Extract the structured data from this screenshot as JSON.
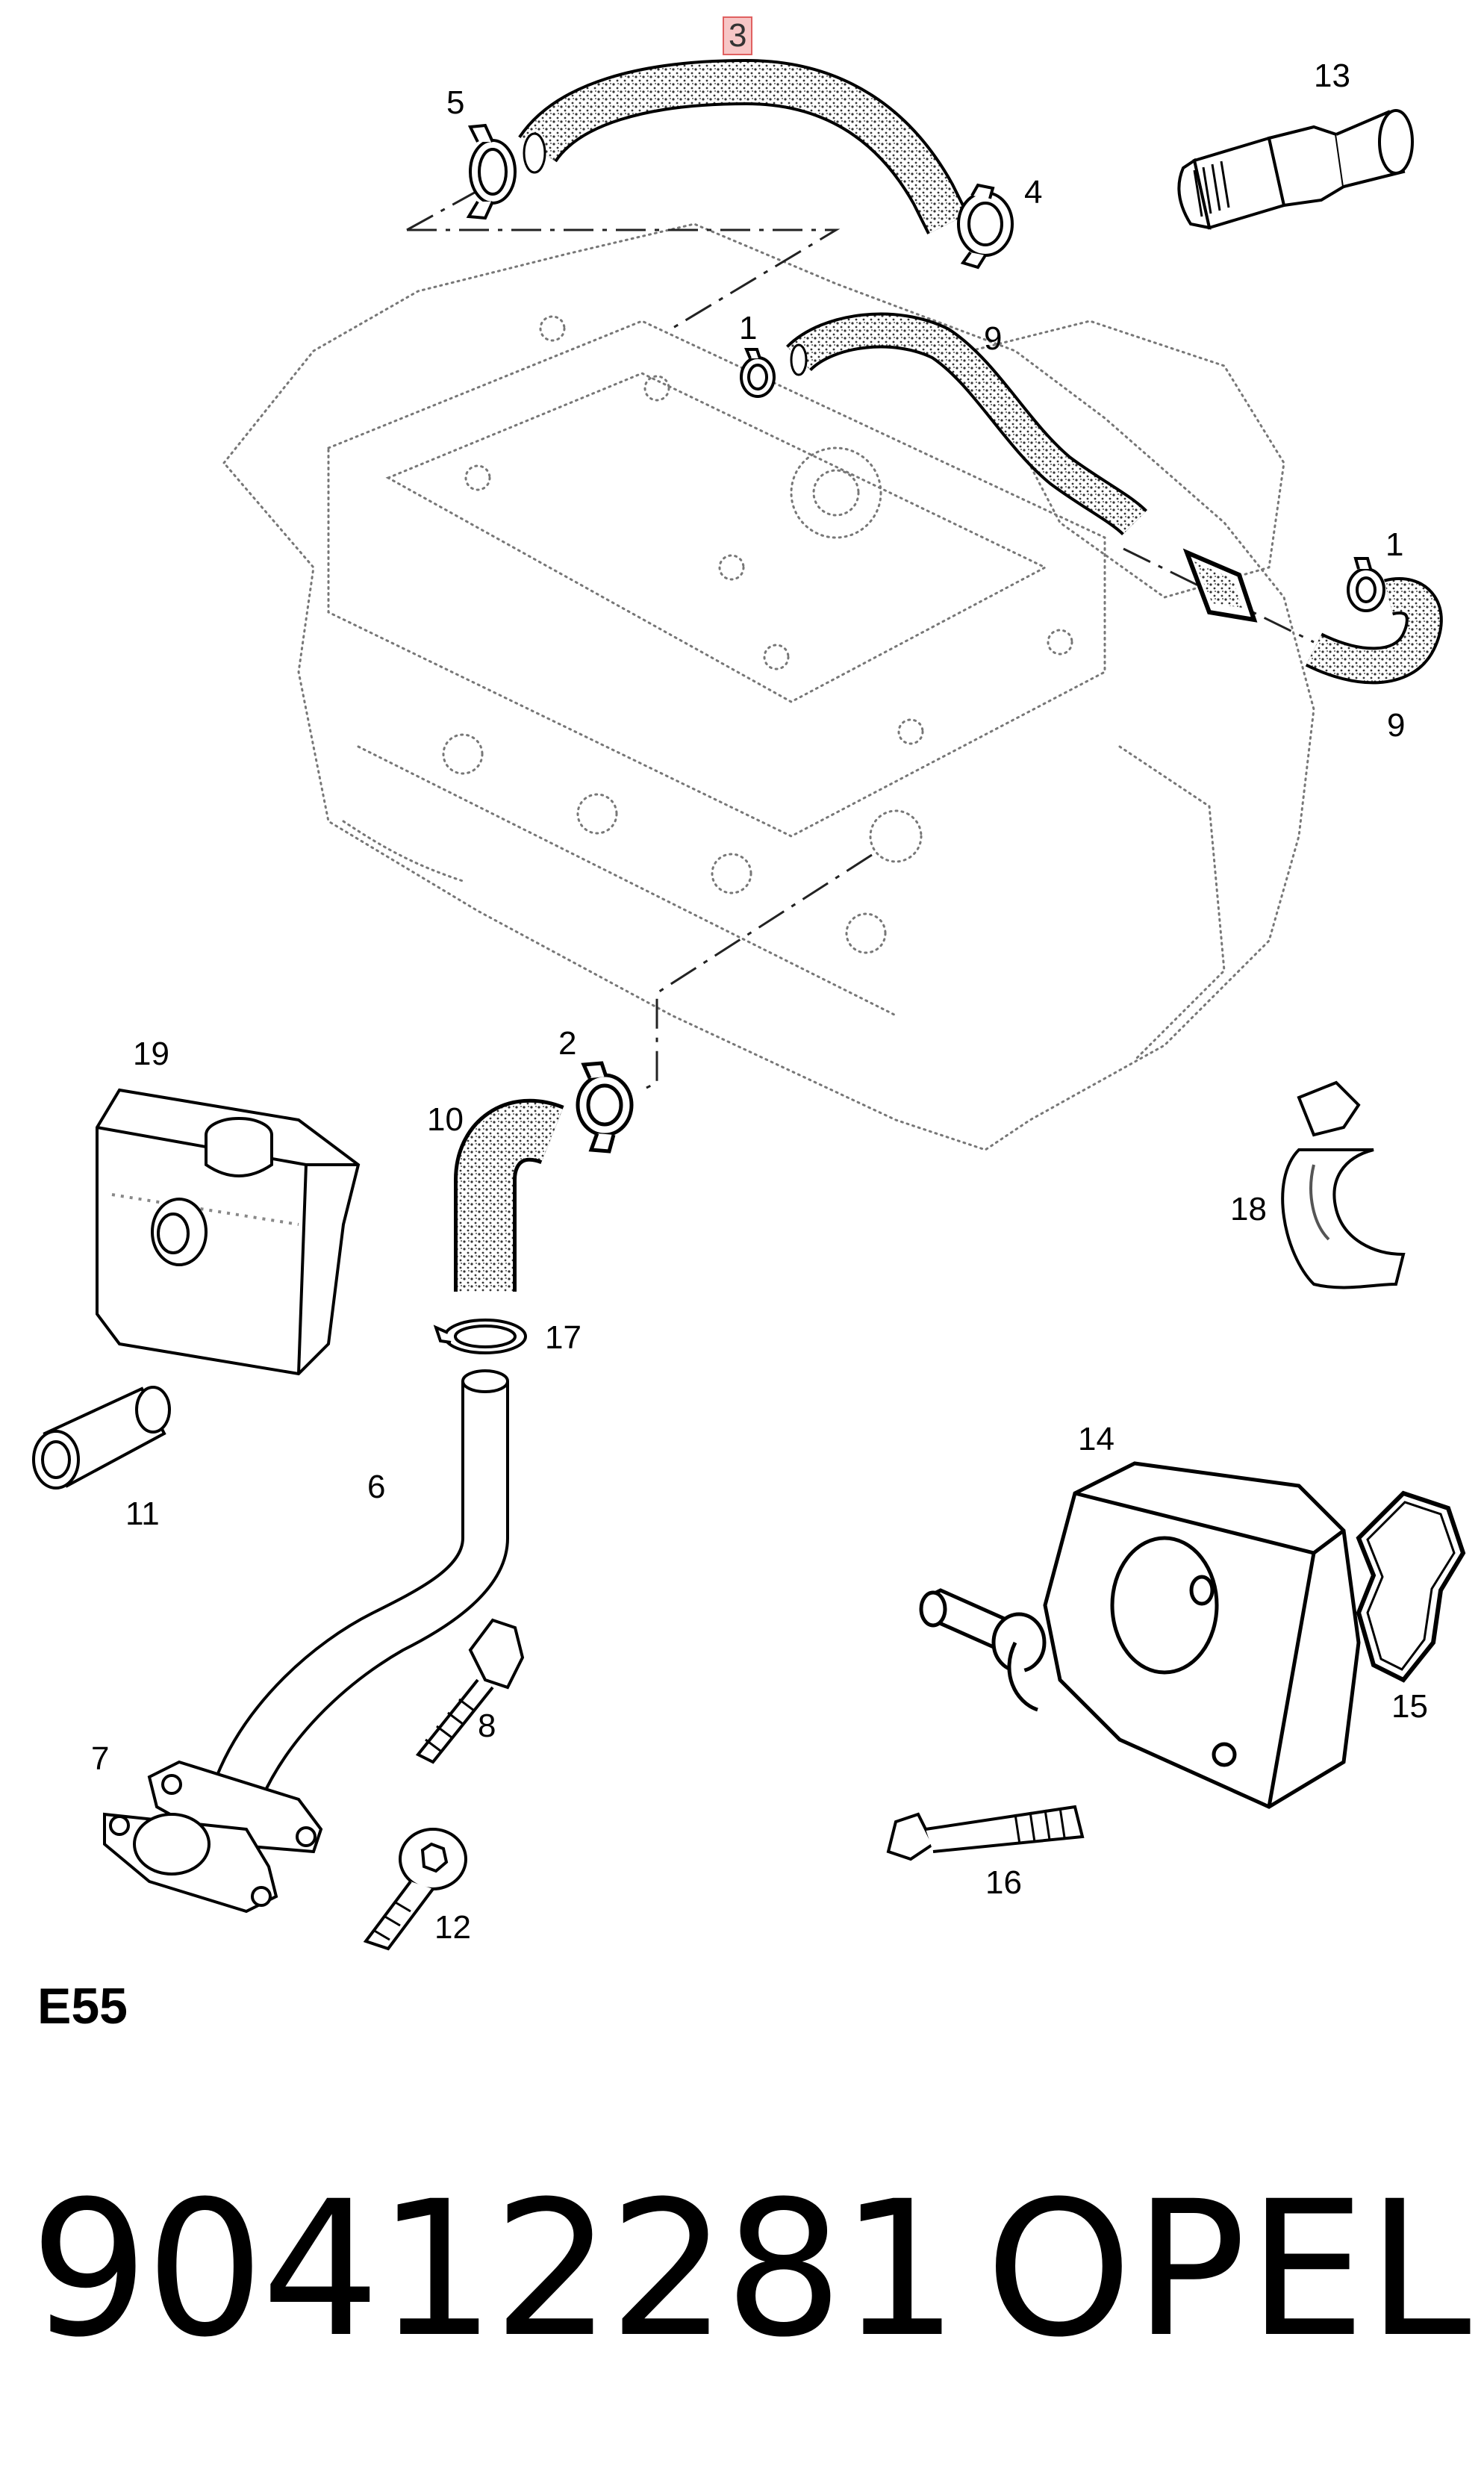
{
  "diagram": {
    "callouts": {
      "c3": "3",
      "c5": "5",
      "c4": "4",
      "c13": "13",
      "c1a": "1",
      "c9a": "9",
      "c1b": "1",
      "c9b": "9",
      "c19": "19",
      "c2": "2",
      "c10": "10",
      "c17": "17",
      "c18": "18",
      "c11": "11",
      "c6": "6",
      "c14": "14",
      "c8": "8",
      "c15": "15",
      "c7": "7",
      "c16": "16",
      "c12": "12"
    }
  },
  "footer": {
    "group_code": "E55",
    "part_number": "90412281",
    "brand": "OPEL"
  },
  "colors": {
    "highlight_fill": "#f7c6c6",
    "highlight_border": "#e06060",
    "ink": "#000000"
  }
}
